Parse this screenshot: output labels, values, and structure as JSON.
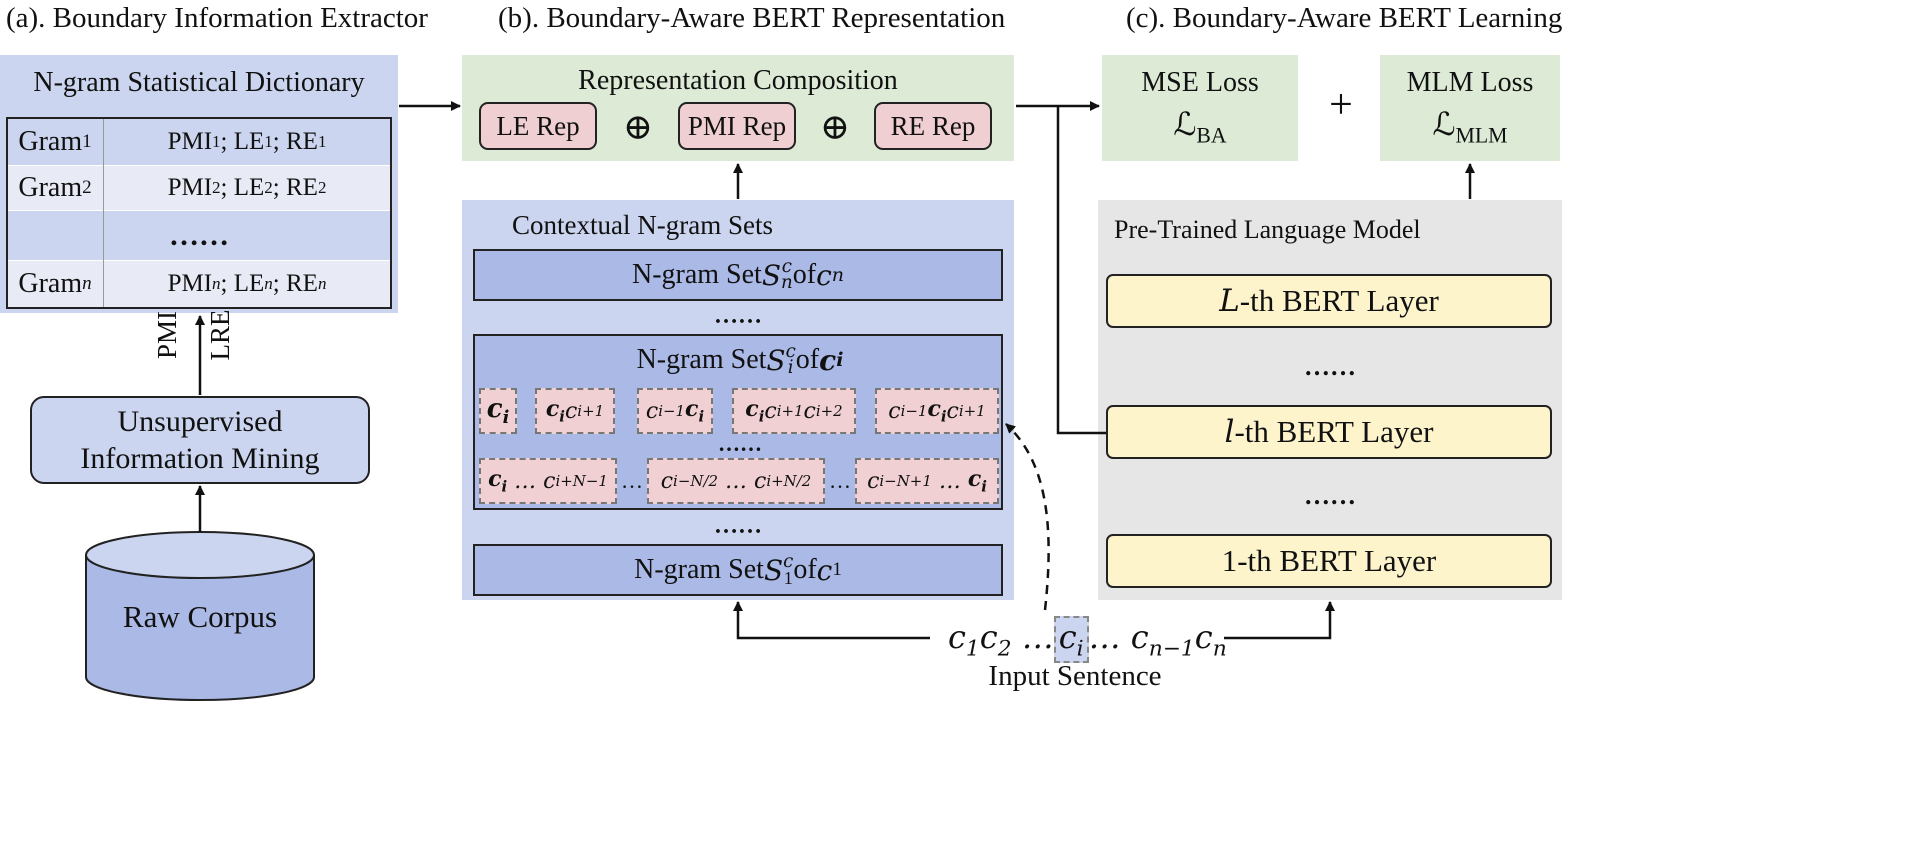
{
  "panel_a": {
    "title": "(a). Boundary Information Extractor",
    "dict_title": "N-gram Statistical Dictionary",
    "rows": [
      {
        "gram": "Gram",
        "gram_sub": "1",
        "stats": [
          "PMI",
          "1",
          "; LE",
          "1",
          "; RE",
          "1"
        ]
      },
      {
        "gram": "Gram",
        "gram_sub": "2",
        "stats": [
          "PMI",
          "2",
          "; LE",
          "2",
          "; RE",
          "2"
        ]
      },
      {
        "ellipsis": "……"
      },
      {
        "gram": "Gram",
        "gram_sub": "n",
        "stats": [
          "PMI",
          "n",
          "; LE",
          "n",
          "; RE",
          "n"
        ]
      }
    ],
    "arrow_labels": {
      "left": "PMI",
      "right": "LRE"
    },
    "mining_box": [
      "Unsupervised",
      "Information Mining"
    ],
    "corpus": "Raw Corpus"
  },
  "panel_b": {
    "title": "(b). Boundary-Aware BERT Representation",
    "composition_title": "Representation Composition",
    "reps": [
      "LE Rep",
      "PMI Rep",
      "RE Rep"
    ],
    "oplus": "⊕",
    "sets_title": "Contextual N-gram Sets",
    "set_prefix": "N-gram Set ",
    "set_of": " of ",
    "set_n_sub": "n",
    "set_i_sub": "i",
    "set_1_sub": "1",
    "set_sup": "c",
    "ellipsis": "……",
    "ellipsis_short": "…",
    "input_label": "Input Sentence"
  },
  "panel_c": {
    "title": "(c). Boundary-Aware BERT Learning",
    "mse_title": "MSE Loss",
    "mse_symbol": "ℒ",
    "mse_sub": "BA",
    "plus": "+",
    "mlm_title": "MLM Loss",
    "mlm_symbol": "ℒ",
    "mlm_sub": "MLM",
    "plm_title": "Pre-Trained Language Model",
    "layers": [
      {
        "var": "L",
        "label": "-th BERT Layer"
      },
      {
        "var": "l",
        "label": "-th BERT Layer"
      },
      {
        "var": "",
        "label": "1-th BERT Layer"
      }
    ],
    "ellipsis": "……"
  },
  "colors": {
    "blue_panel": "#ccd5ef",
    "set_blue": "#aab9e6",
    "green_panel": "#dcead6",
    "gray_panel": "#e6e6e6",
    "pink": "#efcfd2",
    "yellow": "#fdf4cc",
    "dict_row_light": "#e8ebf6"
  }
}
